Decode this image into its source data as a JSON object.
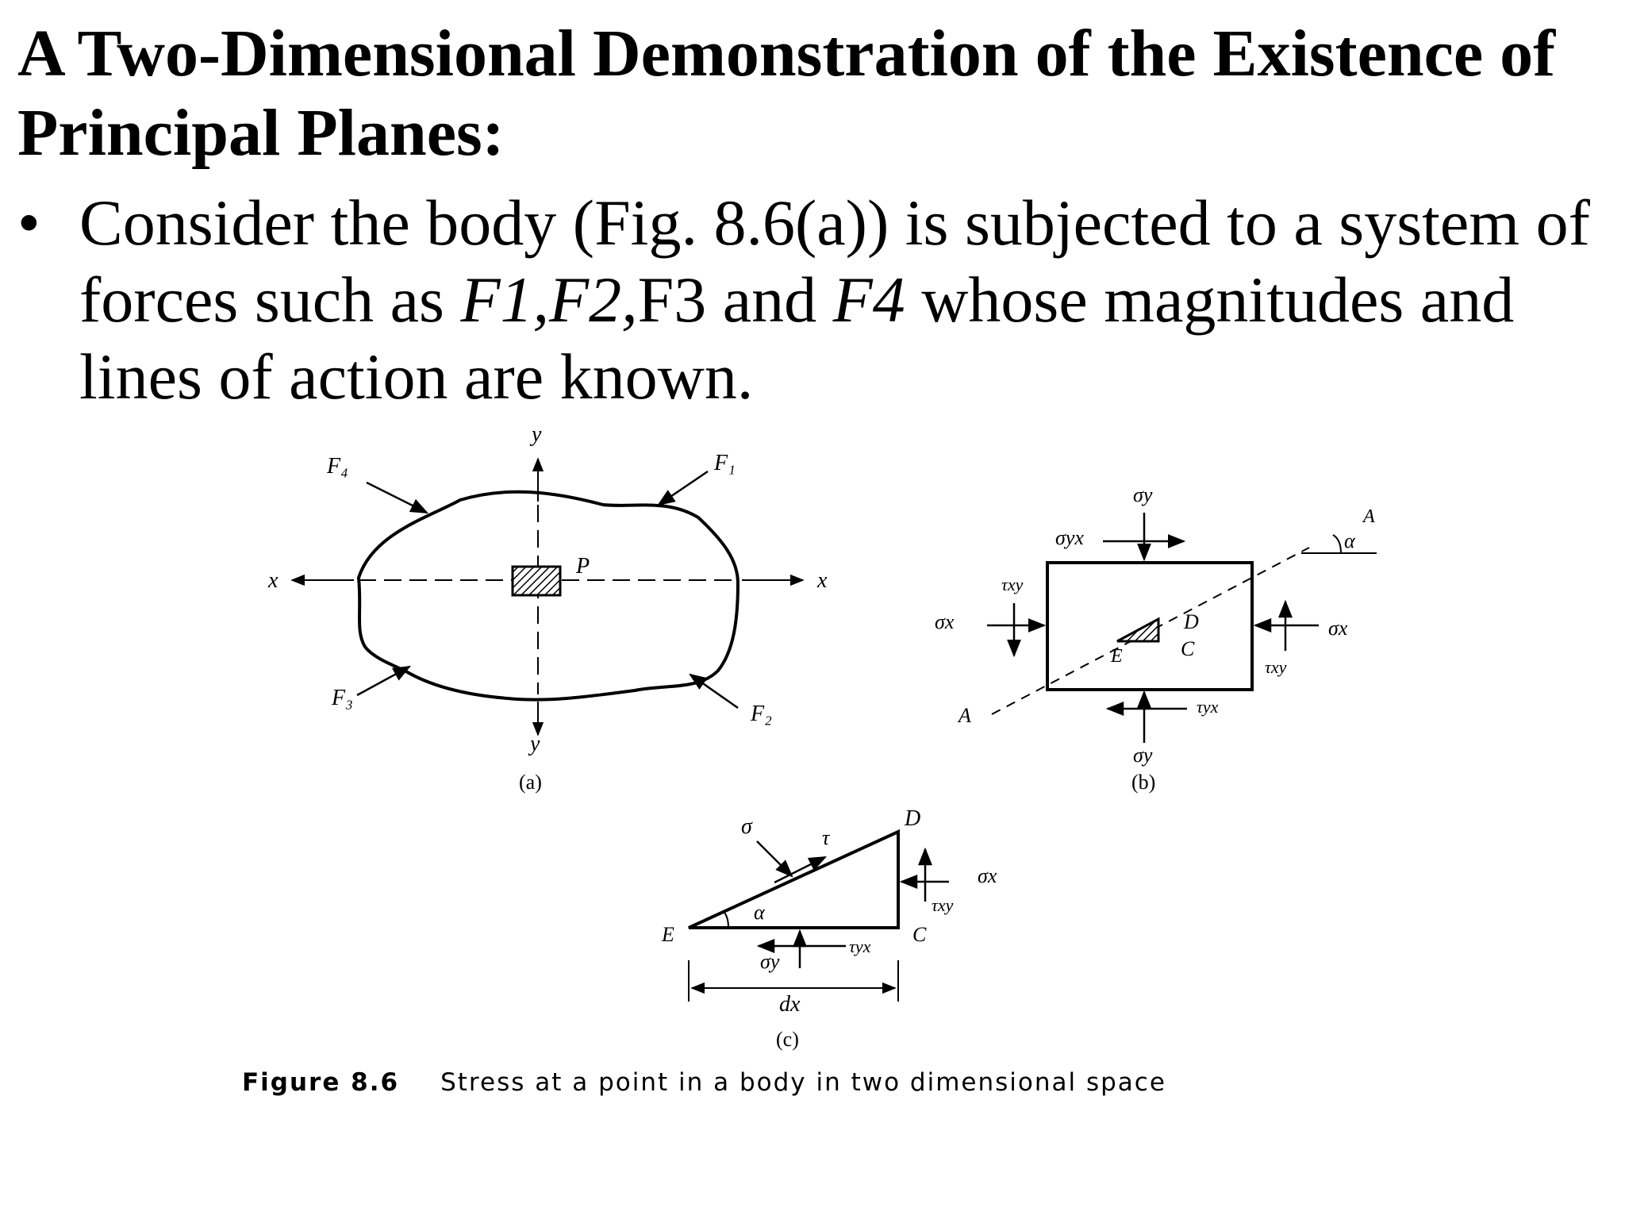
{
  "slide": {
    "title": "A Two-Dimensional Demonstration of the Existence of Principal Planes:",
    "bullet": {
      "marker": "•",
      "part1": "Consider the body (Fig. 8.6(a)) is subjected to a system of forces such as ",
      "f1f2": "F1,F2,",
      "f3": "F3 and ",
      "f4": "F4",
      "part2": " whose magnitudes and lines of action are known."
    }
  },
  "figure": {
    "panel_a": {
      "sublabel": "(a)",
      "forces": {
        "f1": "F₁",
        "f2": "F₂",
        "f3": "F₃",
        "f4": "F₄"
      },
      "axes": {
        "x_left": "x",
        "x_right": "x",
        "y_top": "y",
        "y_bottom": "y"
      },
      "point": "P"
    },
    "panel_b": {
      "sublabel": "(b)",
      "sigma_y_top": "σy",
      "sigma_y_bottom": "σy",
      "sigma_x_left": "σx",
      "sigma_x_right": "σx",
      "tau_yx_top": "σyx",
      "tau_xy_left": "τxy",
      "tau_xy_right": "τxy",
      "tau_yx_bottom": "τyx",
      "plane_label_top": "A",
      "plane_label_bottom": "A",
      "angle": "α",
      "point_d": "D",
      "point_c": "C",
      "point_e": "E"
    },
    "panel_c": {
      "sublabel": "(c)",
      "sigma": "σ",
      "tau": "τ",
      "alpha": "α",
      "point_d": "D",
      "point_c": "C",
      "point_e": "E",
      "sigma_x": "σx",
      "tau_xy": "τxy",
      "sigma_y": "σy",
      "tau_yx": "τyx",
      "dx": "dx"
    },
    "caption": {
      "label": "Figure 8.6",
      "text": "Stress at a point in a body in two dimensional space"
    }
  }
}
